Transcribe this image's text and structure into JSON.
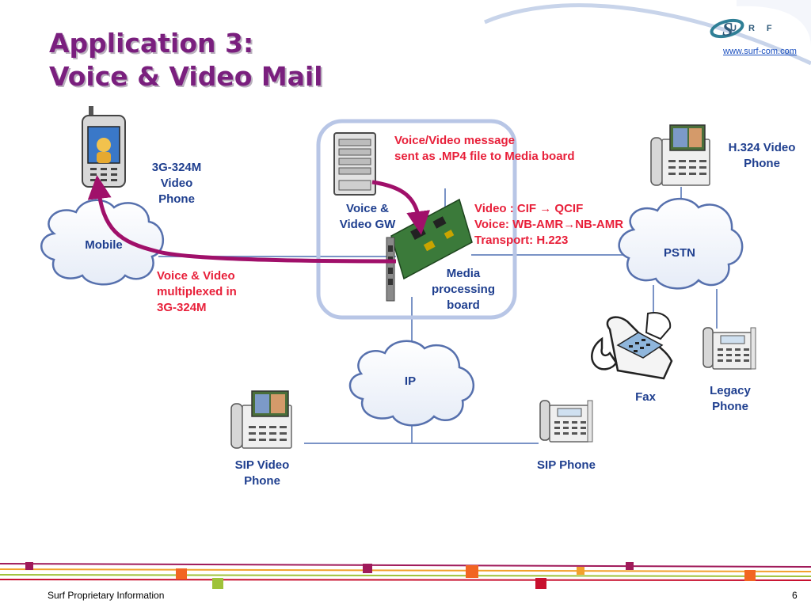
{
  "title": {
    "line1": "Application 3:",
    "line2": "Voice & Video Mail"
  },
  "logo": {
    "letters": "URF",
    "url": "www.surf-com.com"
  },
  "labels": {
    "phone_3g": [
      "3G-324M",
      "Video",
      "Phone"
    ],
    "mobile": "Mobile",
    "voice_video_gw": [
      "Voice &",
      "Video GW"
    ],
    "media_board": [
      "Media",
      "processing",
      "board"
    ],
    "h324_phone": [
      "H.324 Video",
      "Phone"
    ],
    "pstn": "PSTN",
    "ip": "IP",
    "fax": "Fax",
    "legacy_phone": [
      "Legacy",
      "Phone"
    ],
    "sip_video_phone": [
      "SIP Video",
      "Phone"
    ],
    "sip_phone": "SIP Phone"
  },
  "annotations": {
    "message": [
      "Voice/Video message",
      "sent as .MP4 file to Media board"
    ],
    "transcoding": [
      "Video : CIF → QCIF",
      "Voice: WB-AMR→NB-AMR",
      "Transport: H.223"
    ],
    "multiplexed": [
      "Voice & Video",
      "multiplexed in",
      "3G-324M"
    ]
  },
  "footer": {
    "left": "Surf Proprietary Information",
    "page": "6"
  },
  "colors": {
    "title": "#7a1f7e",
    "label": "#1f3f8f",
    "annotation": "#e8203a",
    "arrow": "#a0106a",
    "line": "#7a93c6"
  }
}
